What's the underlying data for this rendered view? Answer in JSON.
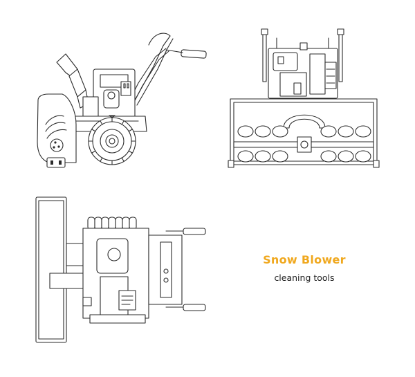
{
  "title": "Snow Blower",
  "subtitle": "cleaning tools",
  "colors": {
    "title": "#f0a81e",
    "line": "#2a2a2a",
    "background": "#ffffff"
  },
  "views": [
    "side-view",
    "front-view",
    "top-view"
  ]
}
